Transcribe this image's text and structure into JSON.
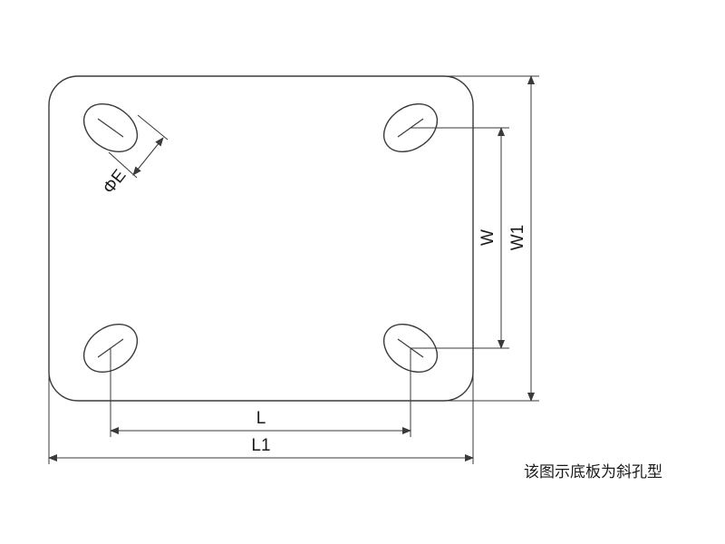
{
  "diagram": {
    "labels": {
      "phi_e": "ΦE",
      "w": "W",
      "w1": "W1",
      "l": "L",
      "l1": "L1"
    },
    "caption": "该图示底板为斜孔型",
    "colors": {
      "line": "#3a3a3a",
      "text": "#1a1a1a",
      "background": "#ffffff"
    }
  }
}
